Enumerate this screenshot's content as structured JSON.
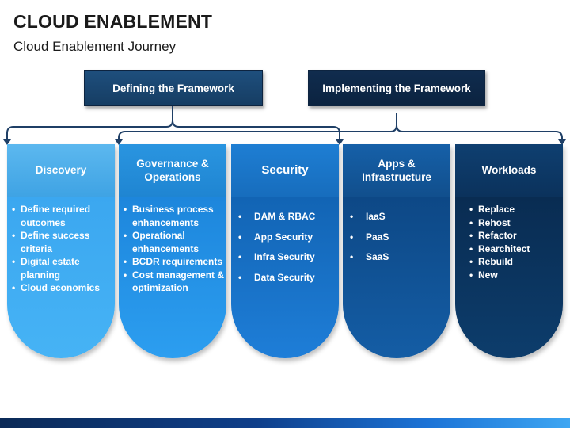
{
  "title": "CLOUD ENABLEMENT",
  "subtitle": "Cloud Enablement Journey",
  "phases": [
    {
      "label": "Defining the Framework"
    },
    {
      "label": "Implementing the Framework"
    }
  ],
  "columns": [
    {
      "title": "Discovery",
      "items": [
        "Define required outcomes",
        "Define success criteria",
        "Digital estate planning",
        "Cloud economics"
      ]
    },
    {
      "title": "Governance & Operations",
      "items": [
        "Business process enhancements",
        "Operational enhancements",
        "BCDR requirements",
        "Cost management & optimization"
      ]
    },
    {
      "title": "Security",
      "items": [
        "DAM & RBAC",
        "App Security",
        "Infra Security",
        "Data Security"
      ]
    },
    {
      "title": "Apps & Infrastructure",
      "items": [
        "IaaS",
        "PaaS",
        "SaaS"
      ]
    },
    {
      "title": "Workloads",
      "items": [
        "Replace",
        "Rehost",
        "Refactor",
        "Rearchitect",
        "Rebuild",
        "New"
      ]
    }
  ],
  "colors": {
    "phase_1": "#1a4570",
    "phase_2": "#0d2747",
    "brace": "#1f3f66",
    "column_1": "#46b3f5",
    "column_2": "#2596e6",
    "column_3": "#1773c6",
    "column_4": "#125497",
    "column_5": "#0b345f"
  }
}
